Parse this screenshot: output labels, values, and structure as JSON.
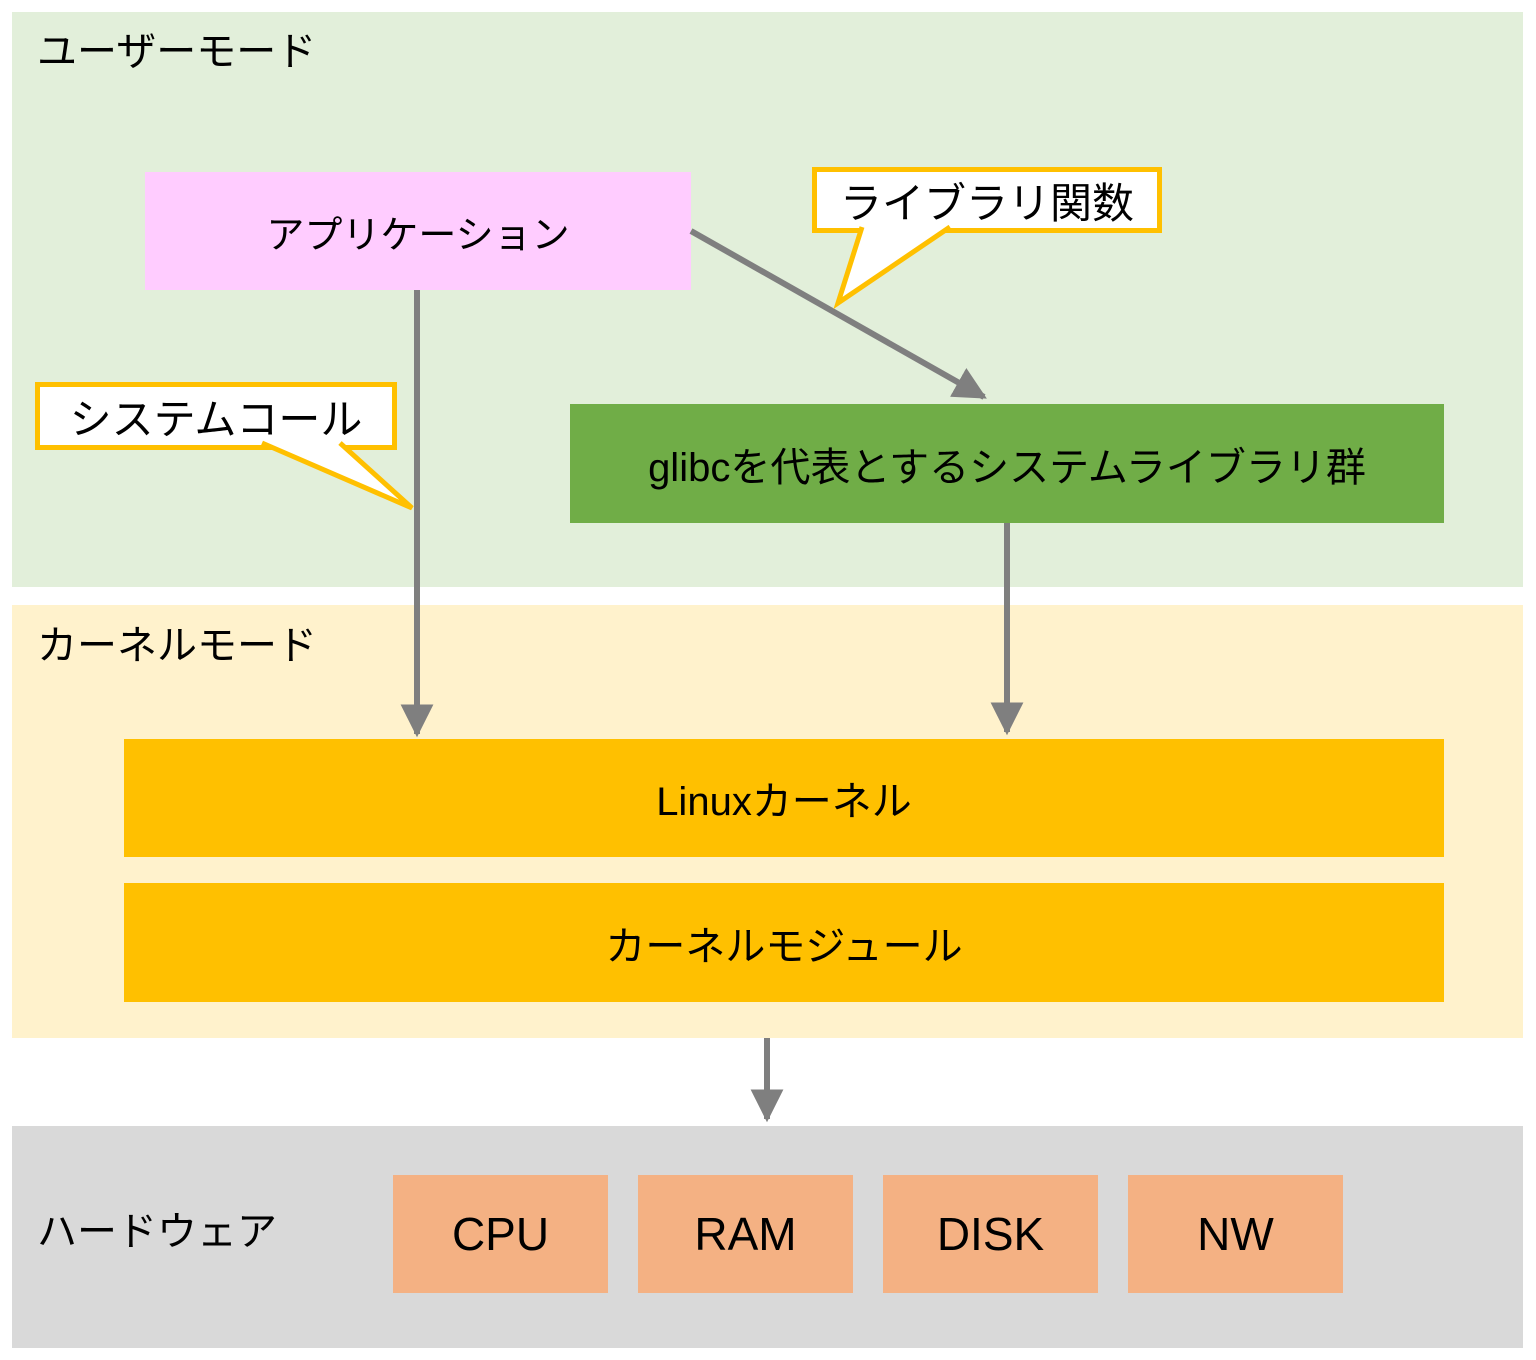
{
  "colors": {
    "user-mode-bg": "#e2efda",
    "kernel-mode-bg": "#fff2cc",
    "hardware-bg": "#d9d9d9",
    "application-box": "#ffccff",
    "glibc-box": "#70ad47",
    "kernel-box": "#ffc000",
    "hw-box": "#f4b183",
    "callout-border": "#ffc000",
    "callout-bg": "#ffffff",
    "arrow": "#7f7f7f",
    "text": "#000000"
  },
  "sections": {
    "user_mode": {
      "label": "ユーザーモード"
    },
    "kernel_mode": {
      "label": "カーネルモード"
    },
    "hardware": {
      "label": "ハードウェア"
    }
  },
  "boxes": {
    "application": {
      "label": "アプリケーション"
    },
    "glibc": {
      "label": "glibcを代表とするシステムライブラリ群"
    },
    "linux_kernel": {
      "label": "Linuxカーネル"
    },
    "kernel_module": {
      "label": "カーネルモジュール"
    }
  },
  "hardware_boxes": [
    {
      "label": "CPU"
    },
    {
      "label": "RAM"
    },
    {
      "label": "DISK"
    },
    {
      "label": "NW"
    }
  ],
  "callouts": {
    "system_call": {
      "label": "システムコール"
    },
    "library_function": {
      "label": "ライブラリ関数"
    }
  }
}
